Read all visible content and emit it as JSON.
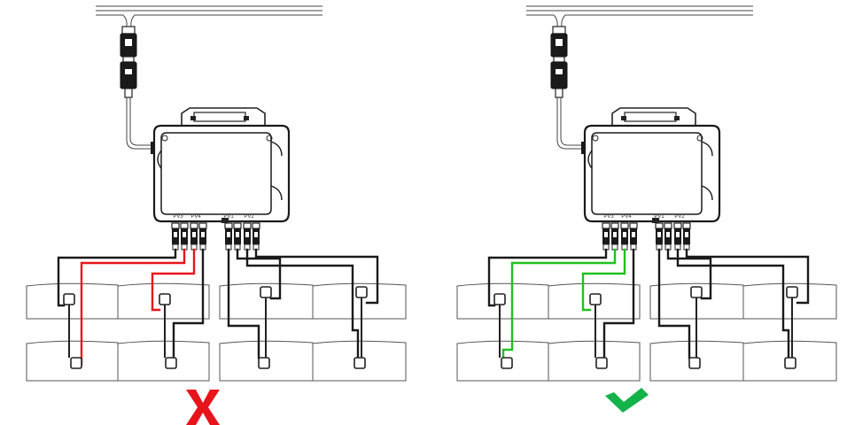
{
  "diagrams": [
    {
      "id": "incorrect",
      "verdict": "incorrect",
      "mark_icon": "x-mark-icon",
      "highlight_color": "#e8141b",
      "mark_color": "#e8141b"
    },
    {
      "id": "correct",
      "verdict": "correct",
      "mark_icon": "check-mark-icon",
      "highlight_color": "#1fc11f",
      "mark_color": "#13b24a"
    }
  ],
  "colors": {
    "wire": "#1a1a1a",
    "panel_border": "#555555",
    "housing": "#222222"
  },
  "inverter": {
    "port_labels": [
      "PV3",
      "PV4",
      "PV1",
      "PV2"
    ]
  }
}
